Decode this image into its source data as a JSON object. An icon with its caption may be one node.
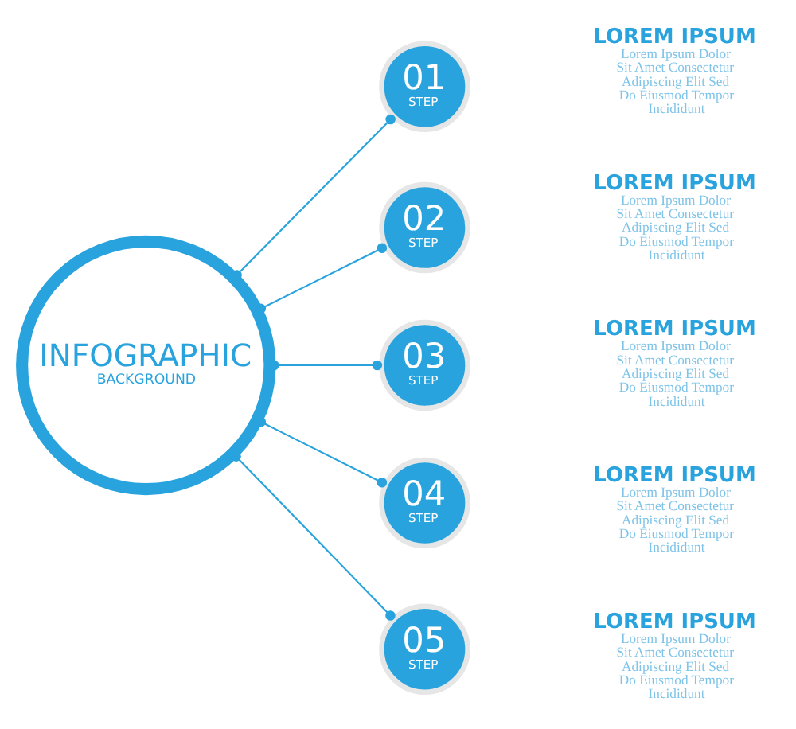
{
  "diagram": {
    "nodes": [
      {
        "text": [
          "INFOGRAPHIC",
          "BACKGROUND"
        ]
      },
      {
        "text": [
          "01",
          "STEP"
        ],
        "beside": [
          "LOREM IPSUM",
          "Lorem Ipsum Dolor Sit Amet Consectetur Adipiscing Elit Sed Do Eiusmod Tempor Incididunt"
        ]
      },
      {
        "text": [
          "02",
          "STEP"
        ],
        "beside": [
          "LOREM IPSUM",
          "Lorem Ipsum Dolor Sit Amet Consectetur Adipiscing Elit Sed Do Eiusmod Tempor Incididunt"
        ]
      },
      {
        "text": [
          "03",
          "STEP"
        ],
        "beside": [
          "LOREM IPSUM",
          "Lorem Ipsum Dolor Sit Amet Consectetur Adipiscing Elit Sed Do Eiusmod Tempor Incididunt"
        ]
      },
      {
        "text": [
          "04",
          "STEP"
        ],
        "beside": [
          "LOREM IPSUM",
          "Lorem Ipsum Dolor Sit Amet Consectetur Adipiscing Elit Sed Do Eiusmod Tempor Incididunt"
        ]
      },
      {
        "text": [
          "05",
          "STEP"
        ],
        "beside": [
          "LOREM IPSUM",
          "Lorem Ipsum Dolor Sit Amet Consectetur Adipiscing Elit Sed Do Eiusmod Tempor Incididunt"
        ]
      }
    ],
    "edges": [
      {
        "from": 0,
        "to": 1,
        "arrow": "other"
      },
      {
        "from": 0,
        "to": 2,
        "arrow": "other"
      },
      {
        "from": 0,
        "to": 3,
        "arrow": "other"
      },
      {
        "from": 0,
        "to": 4,
        "arrow": "other"
      },
      {
        "from": 0,
        "to": 5,
        "arrow": "other"
      }
    ]
  }
}
